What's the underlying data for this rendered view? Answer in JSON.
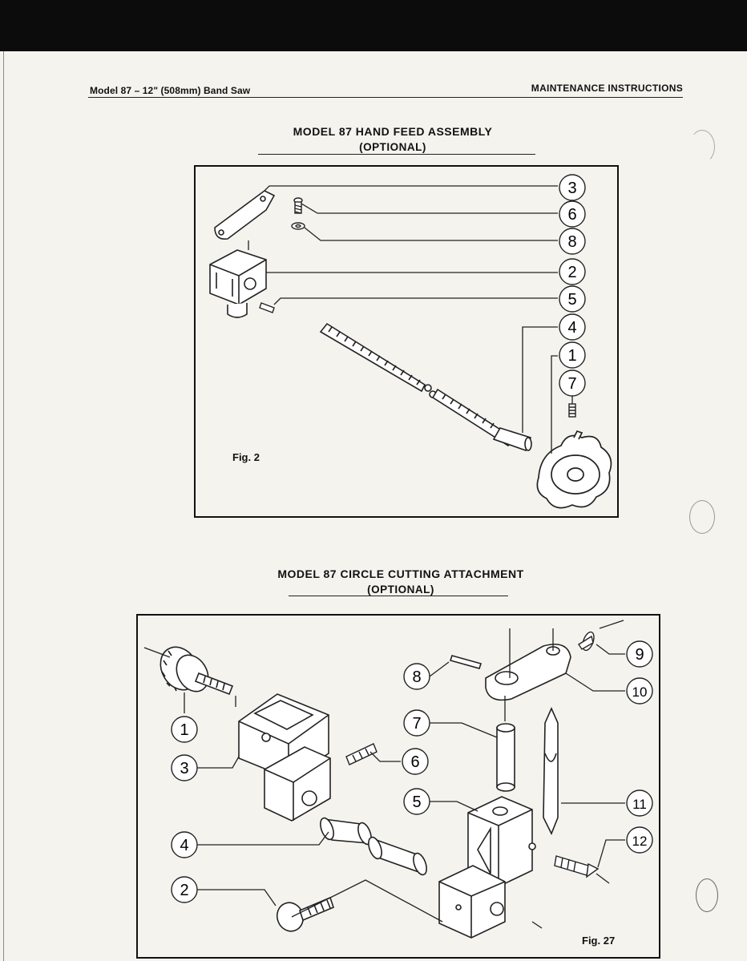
{
  "header": {
    "left": "Model 87 – 12\" (508mm) Band Saw",
    "right": "MAINTENANCE INSTRUCTIONS"
  },
  "figure1": {
    "title": "MODEL 87 HAND FEED ASSEMBLY",
    "subtitle": "(OPTIONAL)",
    "label": "Fig. 2",
    "callouts": [
      "3",
      "6",
      "8",
      "2",
      "5",
      "4",
      "1",
      "7"
    ]
  },
  "figure2": {
    "title": "MODEL 87 CIRCLE CUTTING ATTACHMENT",
    "subtitle": "(OPTIONAL)",
    "label": "Fig. 27",
    "callouts_left": [
      "1",
      "3",
      "4",
      "2"
    ],
    "callouts_mid": [
      "8",
      "7",
      "6",
      "5"
    ],
    "callouts_right": [
      "9",
      "10",
      "11",
      "12"
    ]
  }
}
